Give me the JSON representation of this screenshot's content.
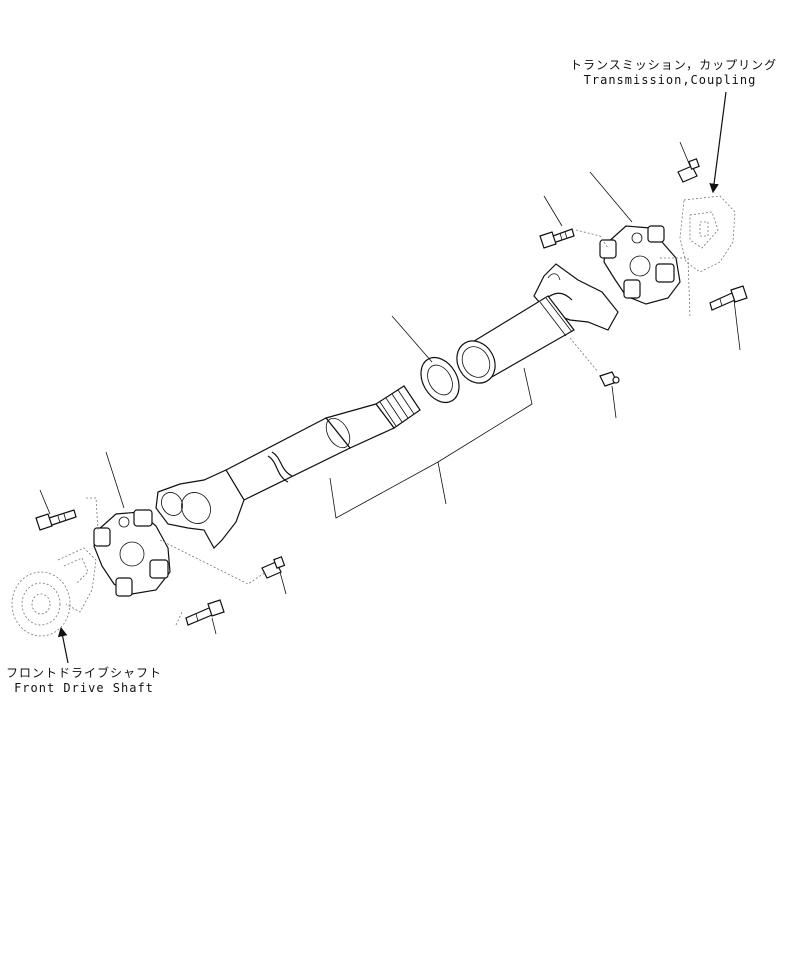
{
  "labels": {
    "transmission_coupling_jp": "トランスミッション，カップリング",
    "transmission_coupling_en": "Transmission,Coupling",
    "front_drive_shaft_jp": "フロントドライブシャフト",
    "front_drive_shaft_en": "Front Drive Shaft"
  }
}
